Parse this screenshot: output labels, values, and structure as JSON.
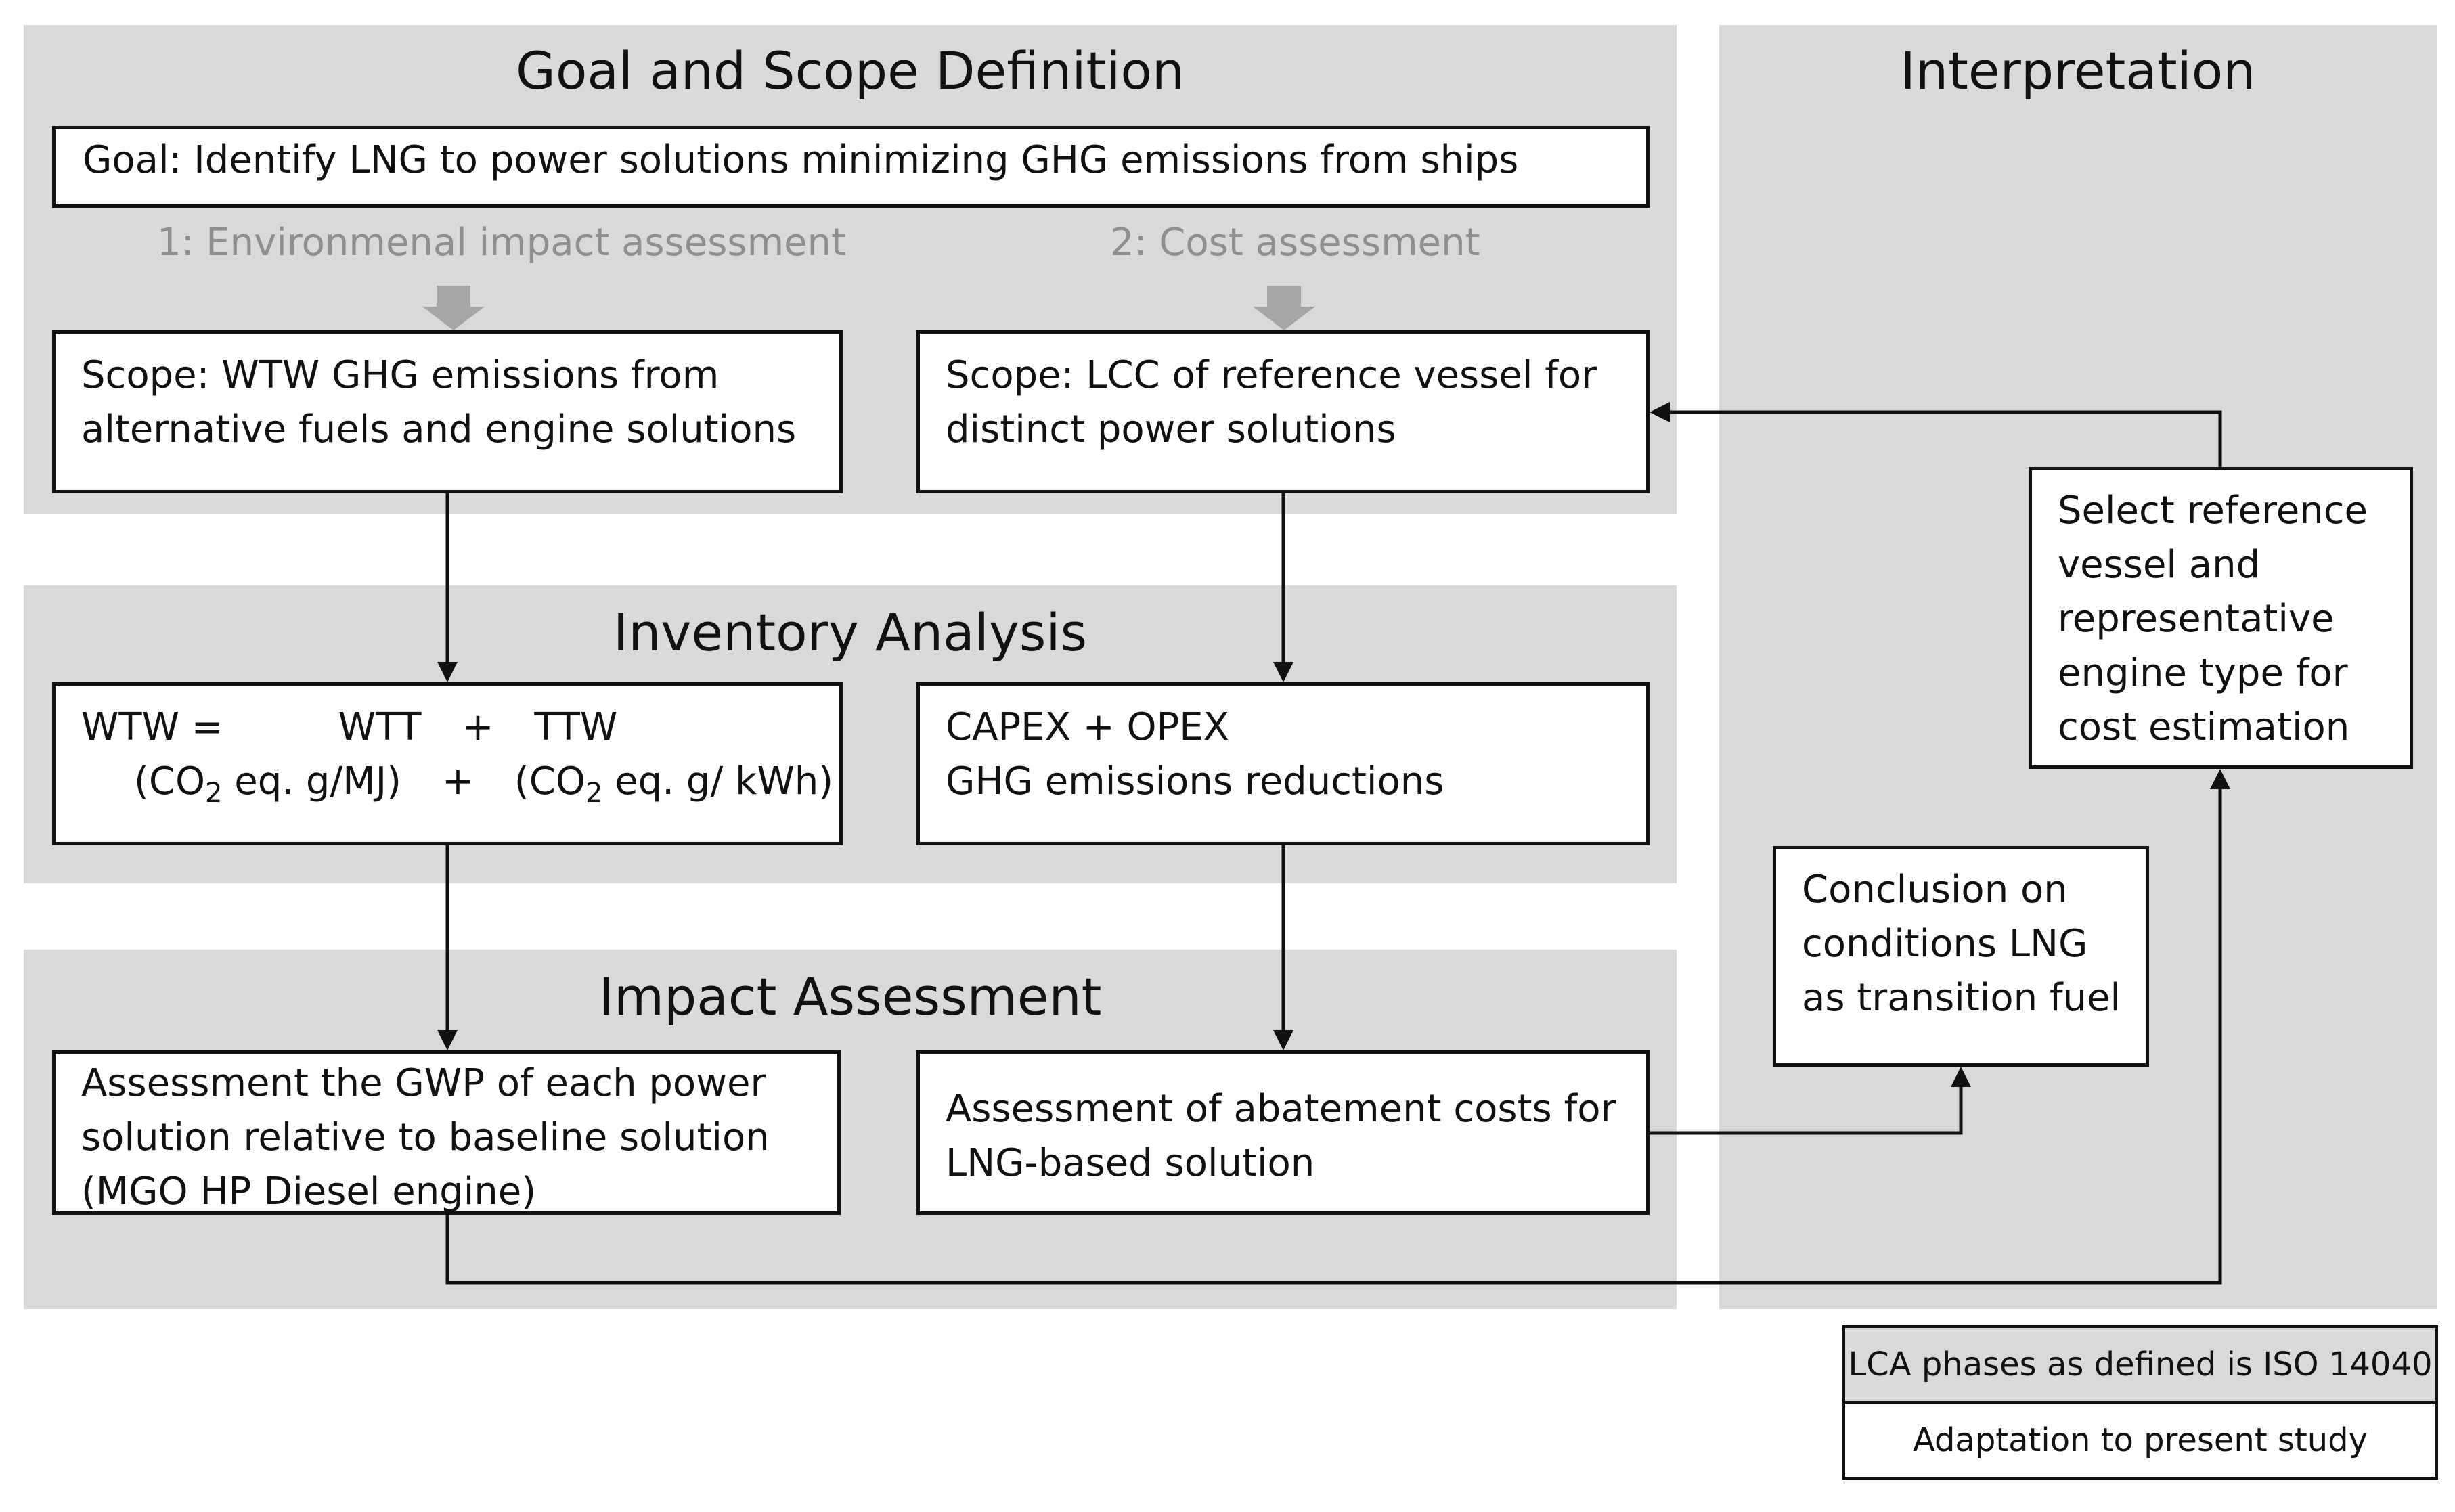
{
  "bands": {
    "goal_scope_title": "Goal and Scope Definition",
    "inventory_title": "Inventory Analysis",
    "impact_title": "Impact Assessment",
    "interpretation_title": "Interpretation"
  },
  "goal": {
    "text": "Goal: Identify LNG to power solutions minimizing GHG emissions from ships"
  },
  "assessments": {
    "env_label": "1: Environmenal impact assessment",
    "cost_label": "2: Cost assessment"
  },
  "scope_env": {
    "line1": "Scope: WTW GHG emissions from",
    "line2": "alternative fuels and engine solutions"
  },
  "scope_cost": {
    "line1": "Scope: LCC of reference vessel for",
    "line2": "distinct power solutions"
  },
  "inventory_env": {
    "wtw": "WTW =",
    "wtt": "WTT",
    "plus": "+",
    "ttw": "TTW",
    "unit_open_left": "(CO",
    "sub2": "2",
    "unit_rest_left": " eq.  g/MJ)",
    "plus2": "+",
    "unit_open_right": "(CO",
    "unit_rest_right": " eq.  g/ kWh)"
  },
  "inventory_cost": {
    "line1": "CAPEX + OPEX",
    "line2": "GHG emissions reductions"
  },
  "impact_env": {
    "line1": "Assessment the GWP of each power",
    "line2": "solution relative to baseline solution",
    "line3": "(MGO HP Diesel engine)"
  },
  "impact_cost": {
    "line1": "Assessment of abatement costs for",
    "line2": "LNG-based solution"
  },
  "interpretation": {
    "select_line1": "Select reference",
    "select_line2": "vessel and",
    "select_line3": "representative",
    "select_line4": "engine type for",
    "select_line5": "cost estimation",
    "conclusion_line1": "Conclusion on",
    "conclusion_line2": "conditions LNG",
    "conclusion_line3": "as transition fuel"
  },
  "legend": {
    "lca_phases": "LCA phases as defined is ISO 14040",
    "adaptation": "Adaptation to present study"
  },
  "colors": {
    "band": "#d9d9d9",
    "box_border": "#111111",
    "muted_text": "#8f8f8f",
    "hollow_arrow": "#a6a6a6"
  }
}
